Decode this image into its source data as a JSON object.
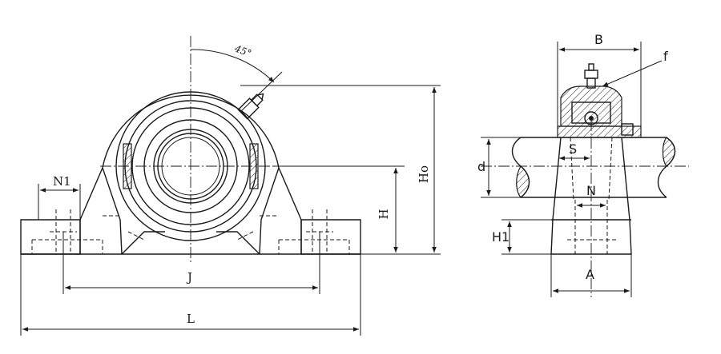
{
  "front_view": {
    "angle_label": "45°",
    "dim_N1": "N1",
    "dim_H": "H",
    "dim_H0": "Ho",
    "dim_J": "J",
    "dim_L": "L"
  },
  "side_view": {
    "dim_B": "B",
    "dim_f": "f",
    "dim_d": "d",
    "dim_S": "S",
    "dim_N": "N",
    "dim_H1": "H1",
    "dim_A": "A"
  }
}
